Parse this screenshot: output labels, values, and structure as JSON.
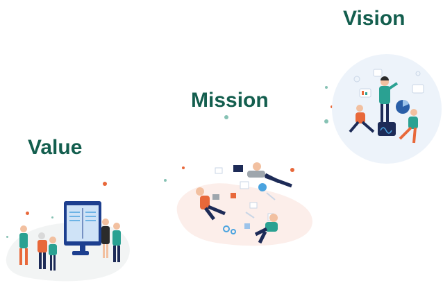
{
  "headings": {
    "vision": "Vision",
    "mission": "Mission",
    "value": "Value"
  },
  "colors": {
    "heading": "#135e4e",
    "teal": "#2aa192",
    "orange": "#e8683a",
    "navy": "#1d2b57",
    "vision_bg": "#edf3fa",
    "mission_bg": "#fceeea",
    "value_bg": "#f2f4f4",
    "dot_red": "#e8683a",
    "dot_teal": "#86c2b4"
  },
  "icons": {
    "vision": "vision-team-illustration",
    "mission": "mission-team-illustration",
    "value": "value-team-illustration"
  }
}
